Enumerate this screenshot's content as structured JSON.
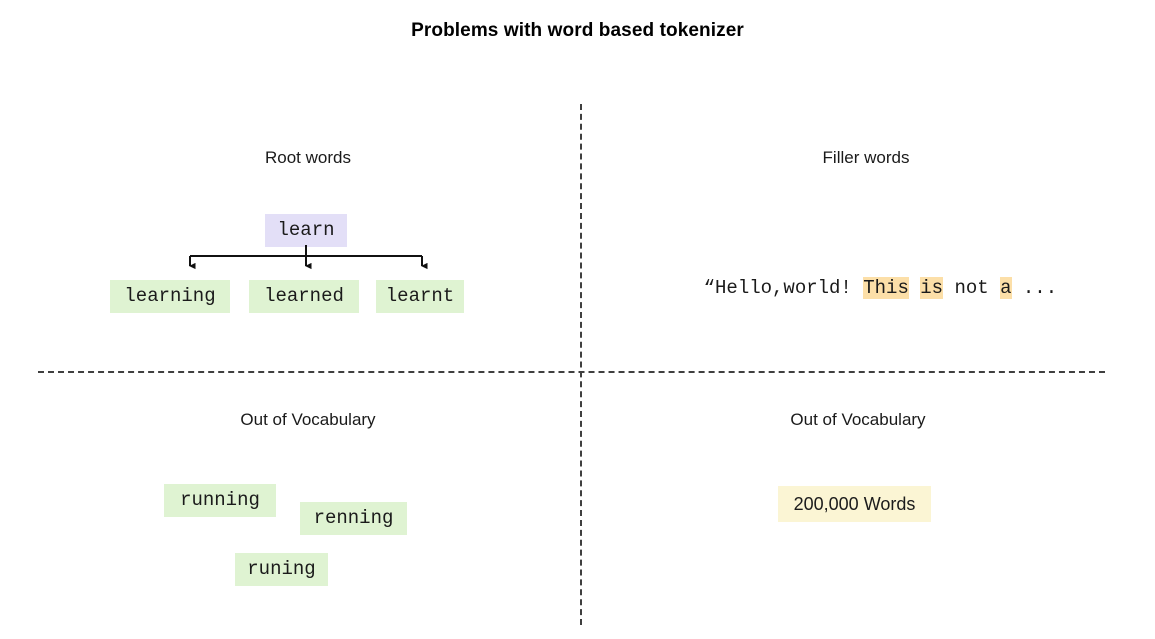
{
  "slide": {
    "title": "Problems with word based tokenizer",
    "colors": {
      "background": "#ffffff",
      "text": "#111111",
      "divider": "#3f3f3f",
      "root_chip": "#e3dff7",
      "green_chip": "#dff3d2",
      "orange_highlight": "#fcdfa8",
      "cream_chip": "#fbf5d4"
    }
  },
  "quadrants": {
    "root_words": {
      "heading": "Root words",
      "root": {
        "label": "learn",
        "chip_color": "#e3dff7"
      },
      "derived": [
        {
          "label": "learning",
          "chip_color": "#dff3d2"
        },
        {
          "label": "learned",
          "chip_color": "#dff3d2"
        },
        {
          "label": "learnt",
          "chip_color": "#dff3d2"
        }
      ],
      "arrow_count": 3
    },
    "filler_words": {
      "heading": "Filler words",
      "sentence_tokens": [
        {
          "text": "“Hello,world! ",
          "highlighted": false
        },
        {
          "text": "This",
          "highlighted": true
        },
        {
          "text": " ",
          "highlighted": false
        },
        {
          "text": "is",
          "highlighted": true
        },
        {
          "text": " not ",
          "highlighted": false
        },
        {
          "text": "a",
          "highlighted": true
        },
        {
          "text": " ...",
          "highlighted": false
        }
      ],
      "sentence_plain": "“Hello,world! This is not a ..."
    },
    "out_of_vocabulary_left": {
      "heading": "Out of Vocabulary",
      "words": [
        {
          "label": "running",
          "chip_color": "#dff3d2"
        },
        {
          "label": "renning",
          "chip_color": "#dff3d2"
        },
        {
          "label": "runing",
          "chip_color": "#dff3d2"
        }
      ]
    },
    "out_of_vocabulary_right": {
      "heading": "Out of Vocabulary",
      "vocab_size_label": "200,000 Words"
    }
  }
}
